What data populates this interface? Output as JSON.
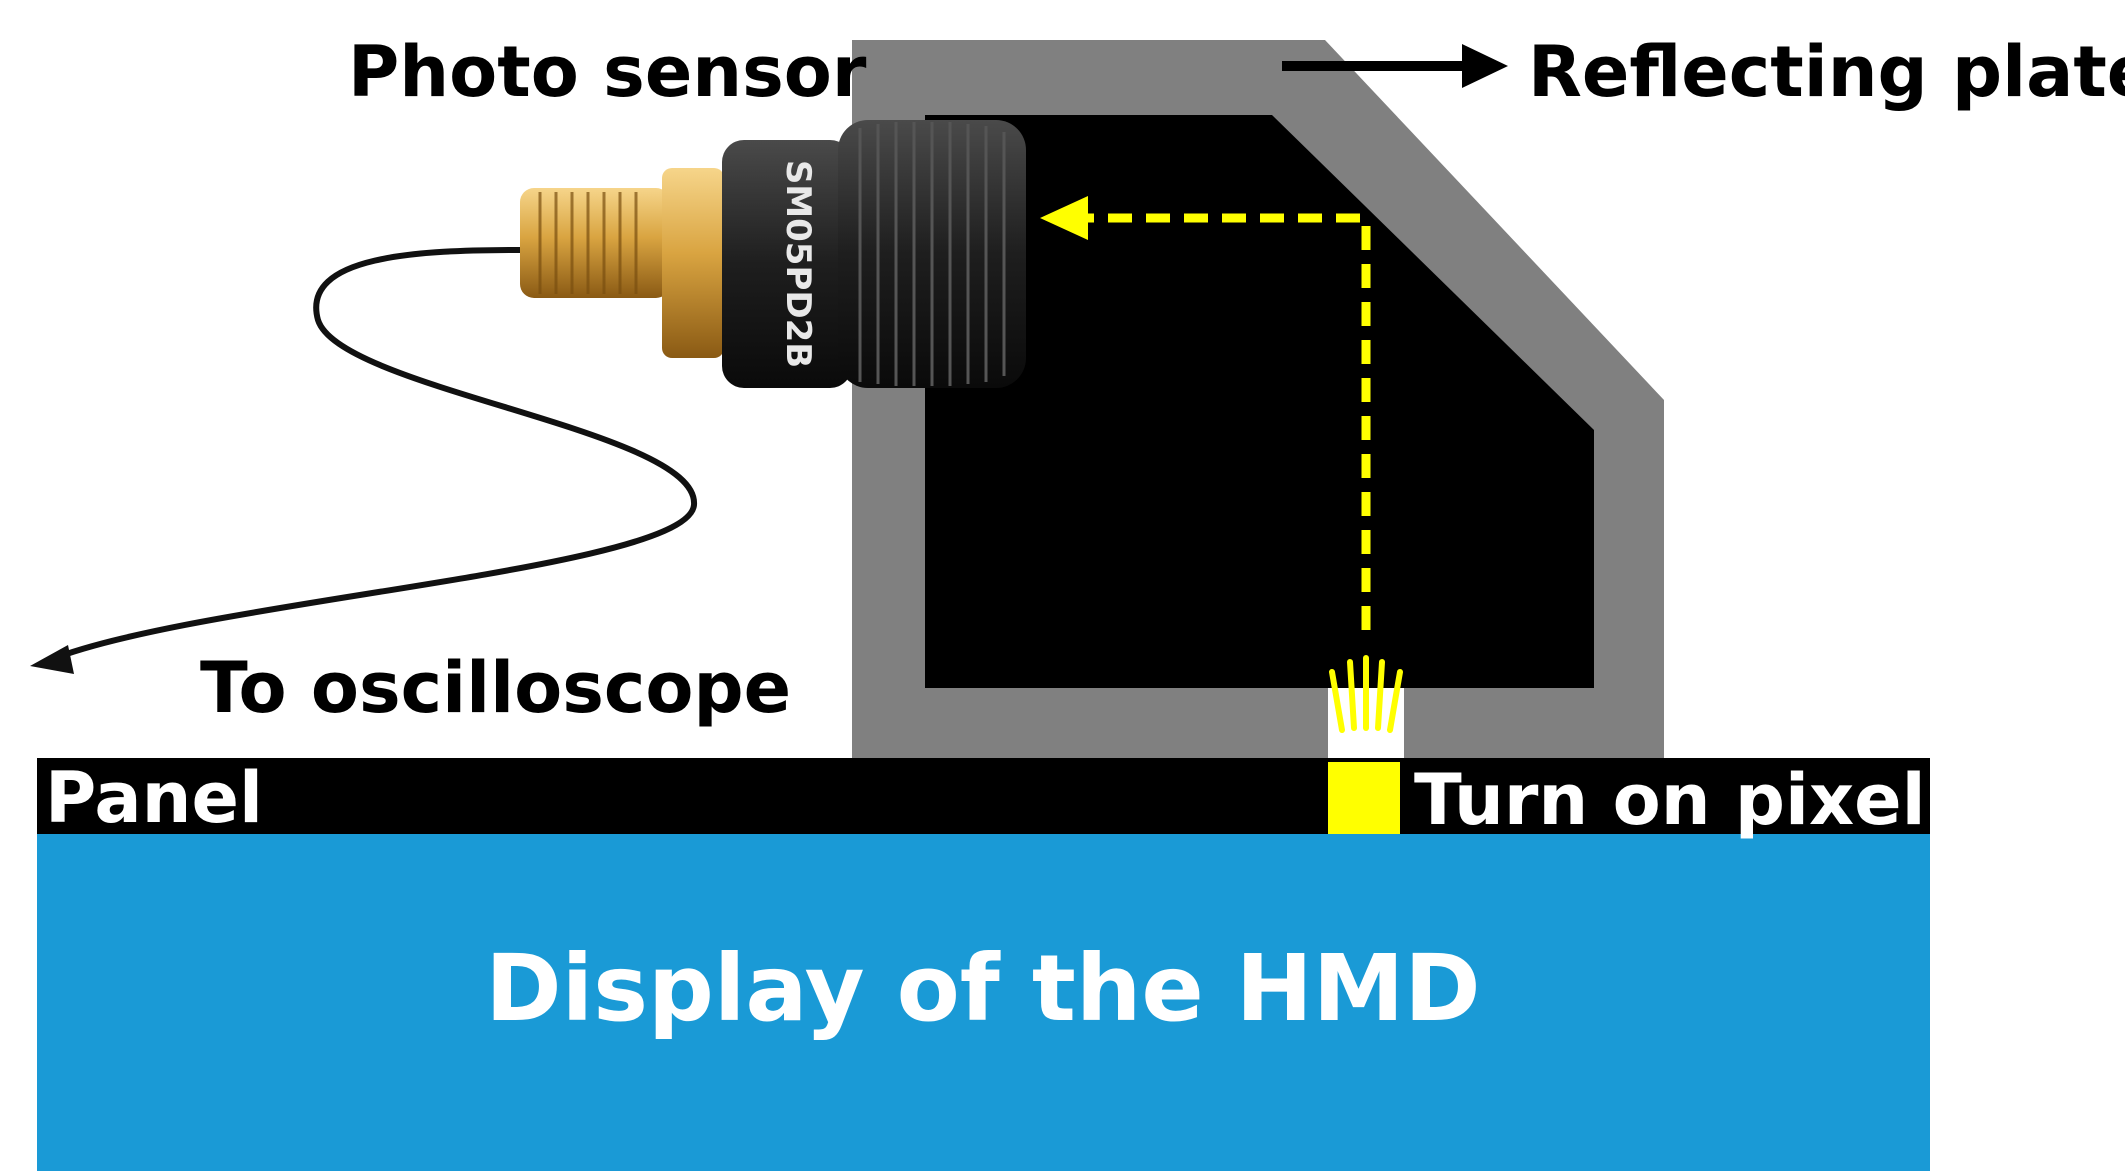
{
  "labels": {
    "photo_sensor": "Photo sensor",
    "reflecting_plate": "Reflecting plate",
    "to_oscilloscope": "To oscilloscope",
    "panel": "Panel",
    "turn_on_pixel": "Turn on pixel",
    "display": "Display of the HMD",
    "sensor_engraving": "SM05PD2B"
  },
  "colors": {
    "display_blue": "#1a9ad6",
    "panel_black": "#000000",
    "plate_gray": "#808080",
    "pixel_yellow": "#ffff00",
    "connector_gold": "#d9a441",
    "text_black": "#000000",
    "text_white": "#ffffff"
  },
  "icons": {
    "sensor": "photodiode-sensor-icon",
    "cable": "cable-icon",
    "light_path": "dashed-arrow-icon"
  }
}
